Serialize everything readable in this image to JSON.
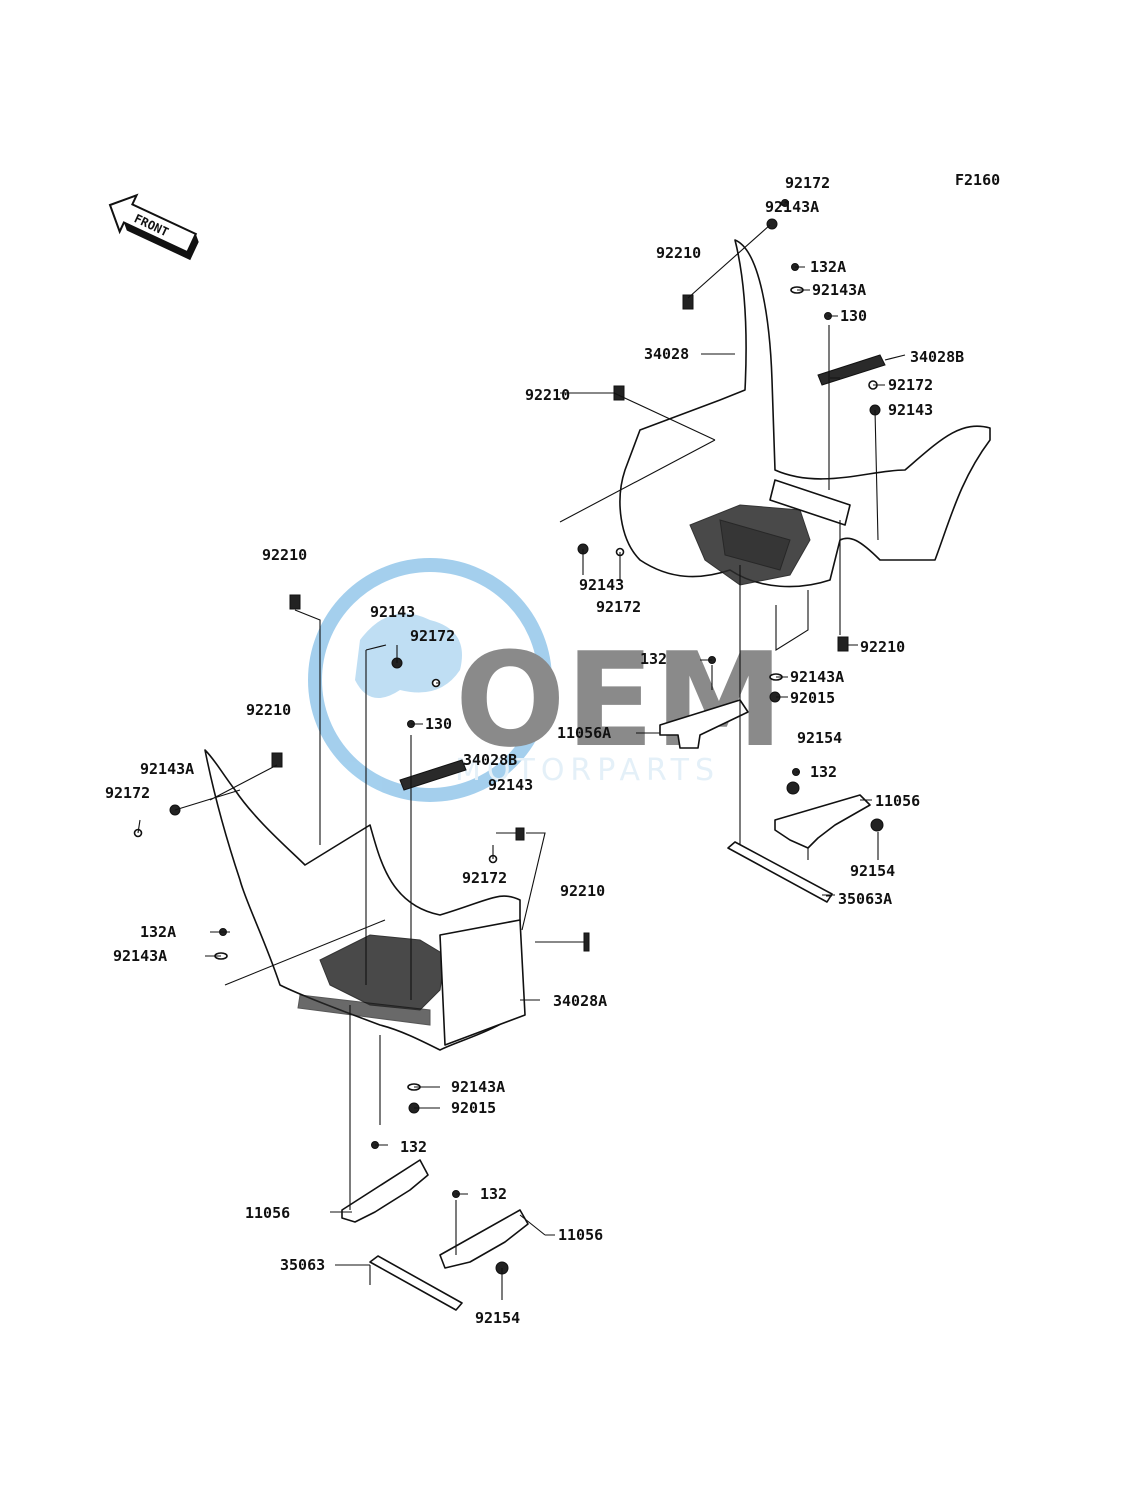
{
  "figure_code": "F2160",
  "front_marker": "FRONT",
  "watermark": {
    "main": "OEM",
    "sub": "MOTORPARTS",
    "color": "#5aa9e0"
  },
  "labels": {
    "r_92172_top": "92172",
    "r_92143A_top": "92143A",
    "r_92210_top": "92210",
    "r_132A": "132A",
    "r_92143A_2": "92143A",
    "r_130": "130",
    "r_34028": "34028",
    "r_34028B": "34028B",
    "r_92210_mid": "92210",
    "r_92172_mid": "92172",
    "r_92143_mid": "92143",
    "r_92143_low": "92143",
    "r_92172_low": "92172",
    "r_92210_low": "92210",
    "r_132": "132",
    "r_92143A_low": "92143A",
    "r_92015": "92015",
    "r_11056A": "11056A",
    "r_92154_a": "92154",
    "r_132_b": "132",
    "r_11056": "11056",
    "r_92154_b": "92154",
    "r_35063A": "35063A",
    "l_92210_top": "92210",
    "l_92143": "92143",
    "l_92172": "92172",
    "l_92210_b": "92210",
    "l_130": "130",
    "l_92143A": "92143A",
    "l_34028B": "34028B",
    "l_92172_left": "92172",
    "l_92143_mid": "92143",
    "l_92172_mid": "92172",
    "l_92210_right": "92210",
    "l_132A": "132A",
    "l_92143A_b": "92143A",
    "l_34028A": "34028A",
    "l_92143A_low": "92143A",
    "l_92015": "92015",
    "l_132": "132",
    "l_11056": "11056",
    "l_132_b": "132",
    "l_11056_b": "11056",
    "l_35063": "35063",
    "l_92154": "92154"
  }
}
